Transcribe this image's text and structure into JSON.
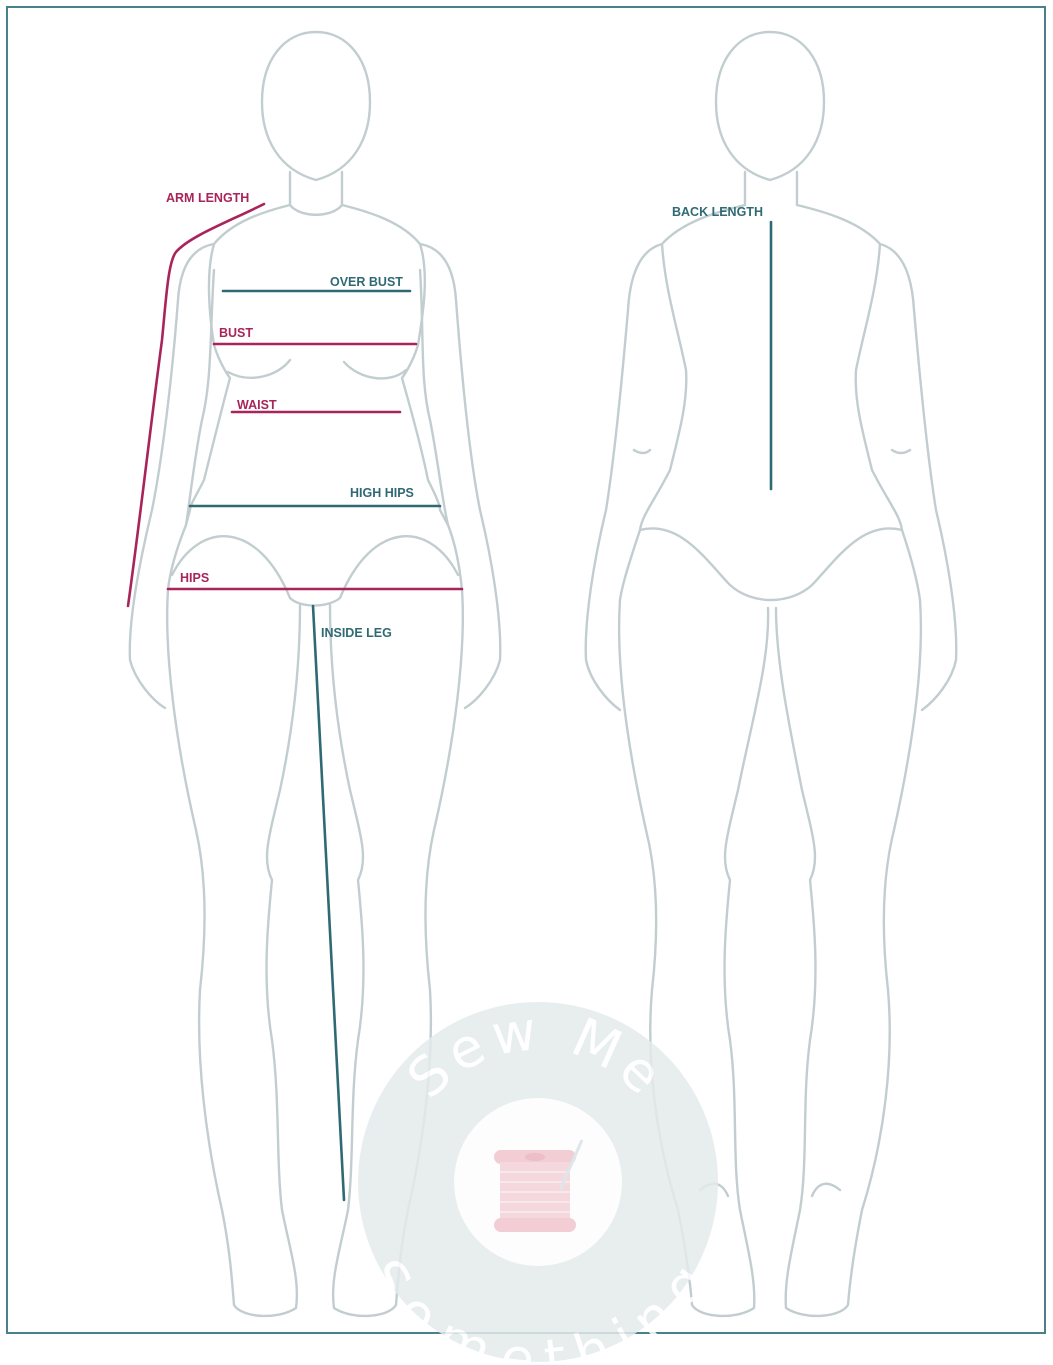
{
  "colors": {
    "frame": "#4a7f8c",
    "outline": "#c2cdd0",
    "magenta": "#a8245a",
    "teal": "#2f6a74",
    "watermark_circle": "#e4ebec",
    "spool": "#f0c5cd"
  },
  "front": {
    "measurements": [
      {
        "id": "arm-length",
        "label": "ARM LENGTH",
        "color": "magenta"
      },
      {
        "id": "over-bust",
        "label": "OVER BUST",
        "color": "teal"
      },
      {
        "id": "bust",
        "label": "BUST",
        "color": "magenta"
      },
      {
        "id": "waist",
        "label": "WAIST",
        "color": "magenta"
      },
      {
        "id": "high-hips",
        "label": "HIGH HIPS",
        "color": "teal"
      },
      {
        "id": "hips",
        "label": "HIPS",
        "color": "magenta"
      },
      {
        "id": "inside-leg",
        "label": "INSIDE LEG",
        "color": "teal"
      }
    ]
  },
  "back": {
    "measurements": [
      {
        "id": "back-length",
        "label": "BACK LENGTH",
        "color": "teal"
      }
    ]
  },
  "watermark": {
    "top": "Sew Me",
    "bottom": "Something",
    "icon": "thread-spool-icon"
  }
}
